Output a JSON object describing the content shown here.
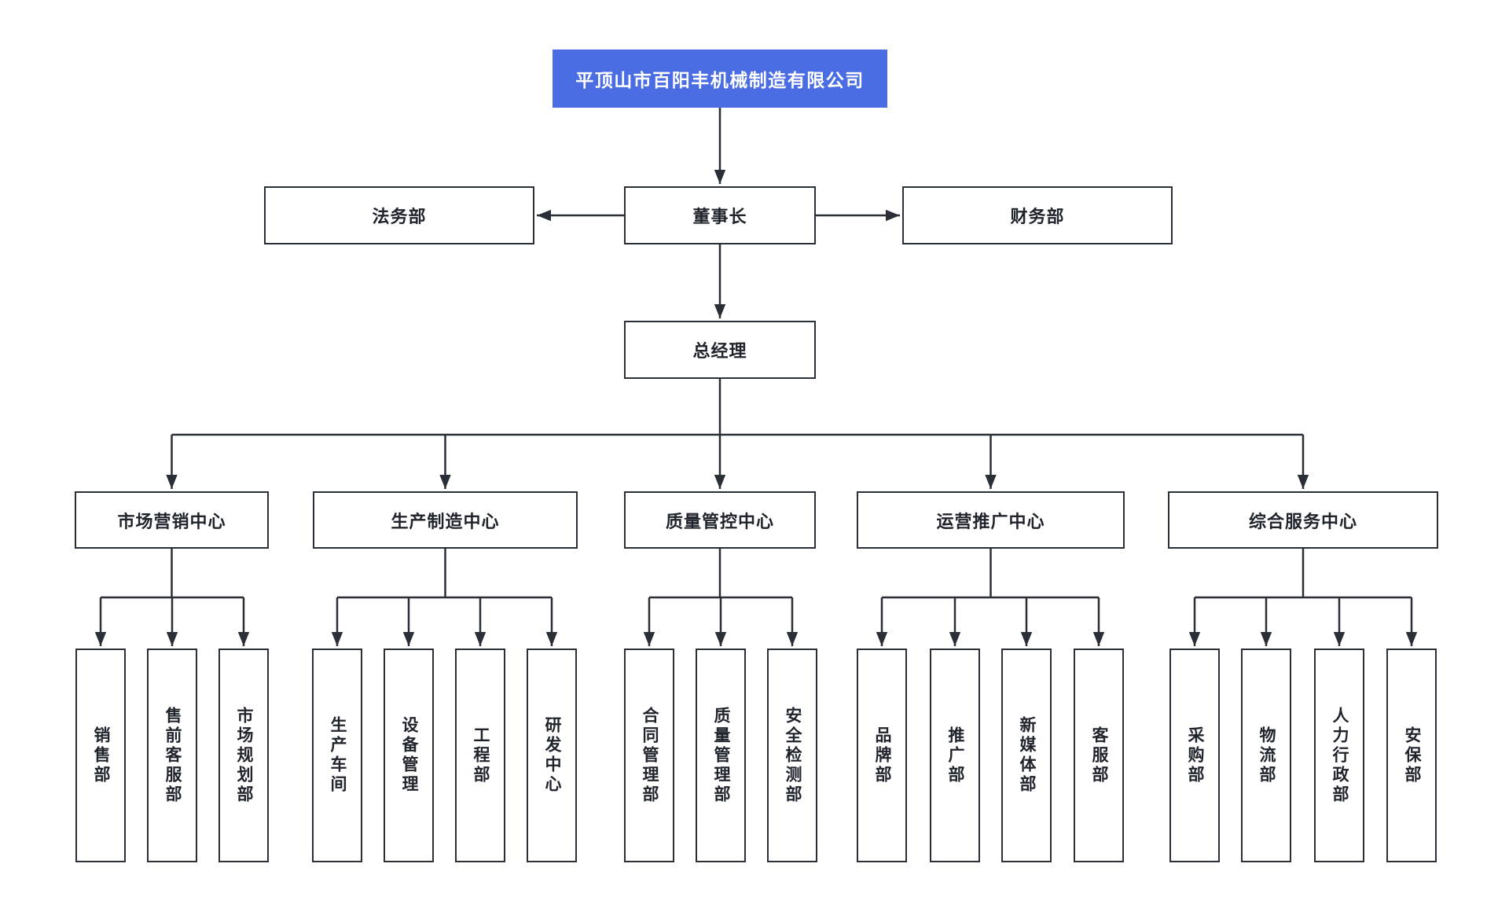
{
  "colors": {
    "root_box_bg": "#4a6de3",
    "root_box_text": "#ffffff",
    "line_and_border": "#2a2e37",
    "node_bg": "#ffffff",
    "node_text": "#1f232b"
  },
  "org": {
    "root": "平顶山市百阳丰机械制造有限公司",
    "level2": {
      "left": "法务部",
      "center": "董事长",
      "right": "财务部"
    },
    "level3": "总经理",
    "centers": [
      {
        "label": "市场营销中心",
        "departments": [
          "销售部",
          "售前客服部",
          "市场规划部"
        ]
      },
      {
        "label": "生产制造中心",
        "departments": [
          "生产车间",
          "设备管理",
          "工程部",
          "研发中心"
        ]
      },
      {
        "label": "质量管控中心",
        "departments": [
          "合同管理部",
          "质量管理部",
          "安全检测部"
        ]
      },
      {
        "label": "运营推广中心",
        "departments": [
          "品牌部",
          "推广部",
          "新媒体部",
          "客服部"
        ]
      },
      {
        "label": "综合服务中心",
        "departments": [
          "采购部",
          "物流部",
          "人力行政部",
          "安保部"
        ]
      }
    ]
  }
}
